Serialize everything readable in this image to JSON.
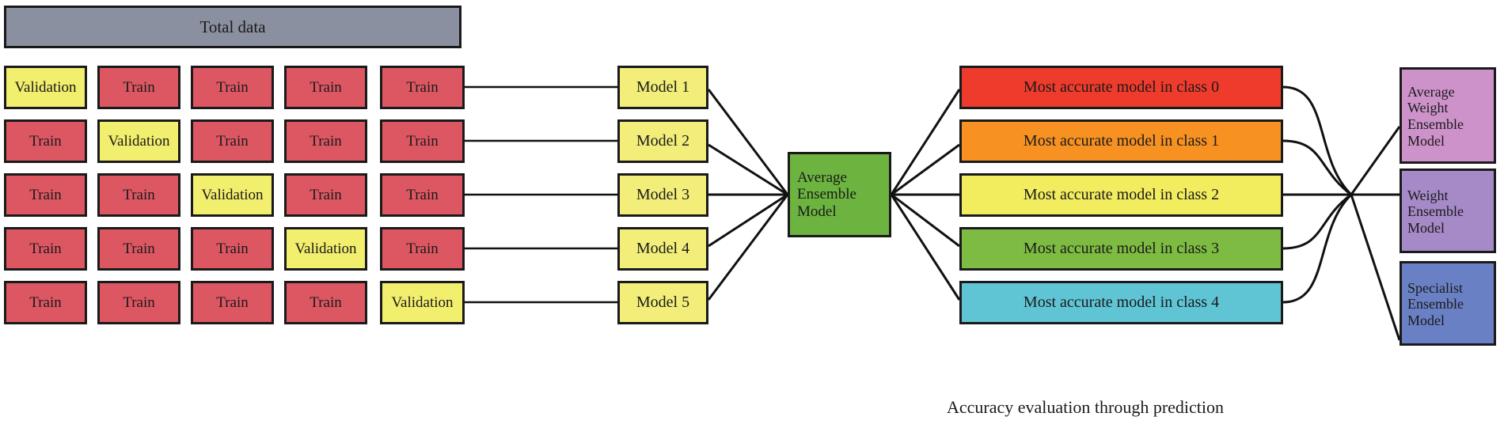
{
  "diagram": {
    "title_box": {
      "label": "Total data",
      "color": "#8b90a0"
    },
    "caption": "Accuracy evaluation through prediction",
    "legend_colors": {
      "train": "#dd5763",
      "validation": "#f2ee6e",
      "model": "#f2ee79",
      "average_ensemble": "#6cb33f",
      "class0": "#ef3b2c",
      "class1": "#f79122",
      "class2": "#f2ec5f",
      "class3": "#7dbb42",
      "class4": "#5fc4d4",
      "average_weight_ensemble": "#cd92ca",
      "weight_ensemble": "#a68ac8",
      "specialist_ensemble": "#6a80c4",
      "border": "#1a1a1a",
      "link": "#111111"
    },
    "fold_rows": [
      {
        "cells": [
          "Validation",
          "Train",
          "Train",
          "Train",
          "Train"
        ],
        "validation_index": 0,
        "model": "Model 1"
      },
      {
        "cells": [
          "Train",
          "Validation",
          "Train",
          "Train",
          "Train"
        ],
        "validation_index": 1,
        "model": "Model 2"
      },
      {
        "cells": [
          "Train",
          "Train",
          "Validation",
          "Train",
          "Train"
        ],
        "validation_index": 2,
        "model": "Model 3"
      },
      {
        "cells": [
          "Train",
          "Train",
          "Train",
          "Validation",
          "Train"
        ],
        "validation_index": 3,
        "model": "Model 4"
      },
      {
        "cells": [
          "Train",
          "Train",
          "Train",
          "Train",
          "Validation"
        ],
        "validation_index": 4,
        "model": "Model 5"
      }
    ],
    "average_ensemble": {
      "lines": [
        "Average",
        "Ensemble",
        "Model"
      ]
    },
    "class_boxes": [
      {
        "label": "Most accurate model in class 0"
      },
      {
        "label": "Most accurate model in class 1"
      },
      {
        "label": "Most accurate model in class 2"
      },
      {
        "label": "Most accurate model in class 3"
      },
      {
        "label": "Most accurate model in class 4"
      }
    ],
    "output_boxes": [
      {
        "lines": [
          "Average",
          "Weight",
          "Ensemble",
          "Model"
        ]
      },
      {
        "lines": [
          "Weight",
          "Ensemble",
          "Model"
        ]
      },
      {
        "lines": [
          "Specialist",
          "Ensemble",
          "Model"
        ]
      }
    ]
  }
}
